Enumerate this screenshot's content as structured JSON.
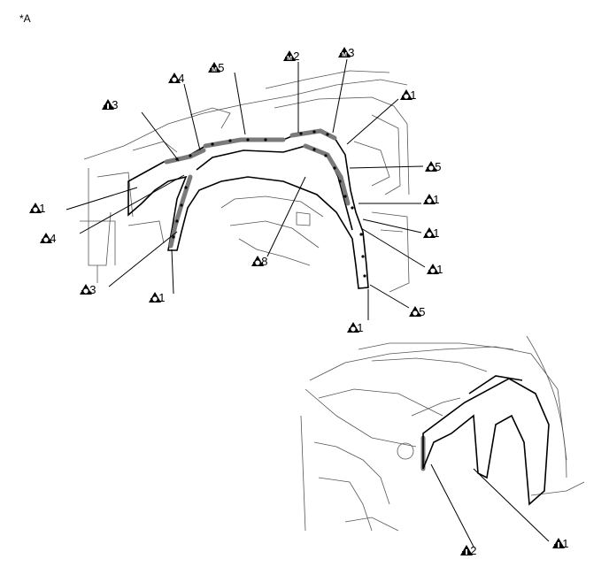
{
  "figure_tag": "*A",
  "colors": {
    "line": "#000000",
    "sealer": "#7a7a7a",
    "detail": "#555555"
  },
  "icon_legend": {
    "O": "circle-letter-icon",
    "M": "M-letter-icon",
    "I": "I-letter-icon"
  },
  "callouts": [
    {
      "id": "o4-top",
      "icon": "O",
      "num": "4"
    },
    {
      "id": "m5",
      "icon": "M",
      "num": "5"
    },
    {
      "id": "m2",
      "icon": "M",
      "num": "2"
    },
    {
      "id": "m3",
      "icon": "M",
      "num": "3"
    },
    {
      "id": "i3",
      "icon": "I",
      "num": "3"
    },
    {
      "id": "o1-tr",
      "icon": "O",
      "num": "1"
    },
    {
      "id": "o5-r",
      "icon": "O",
      "num": "5"
    },
    {
      "id": "o1-r1",
      "icon": "O",
      "num": "1"
    },
    {
      "id": "o1-r2",
      "icon": "O",
      "num": "1"
    },
    {
      "id": "o1-r3",
      "icon": "O",
      "num": "1"
    },
    {
      "id": "o5-br",
      "icon": "O",
      "num": "5"
    },
    {
      "id": "o1-b",
      "icon": "O",
      "num": "1"
    },
    {
      "id": "o1-l",
      "icon": "O",
      "num": "1"
    },
    {
      "id": "o4-l",
      "icon": "O",
      "num": "4"
    },
    {
      "id": "o3",
      "icon": "O",
      "num": "3"
    },
    {
      "id": "o1-bl",
      "icon": "O",
      "num": "1"
    },
    {
      "id": "o8",
      "icon": "O",
      "num": "8"
    },
    {
      "id": "i2",
      "icon": "I",
      "num": "2"
    },
    {
      "id": "i1",
      "icon": "I",
      "num": "1"
    }
  ]
}
